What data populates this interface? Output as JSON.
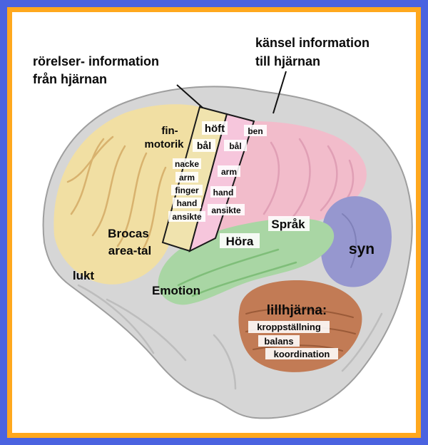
{
  "colors": {
    "outer_border": "#4A63E0",
    "inner_border": "#FFA81E",
    "background": "#FFFFFF",
    "brain_gray": "#D6D6D6",
    "brain_outline": "#9E9E9E",
    "frontal_lobe": "#F1DFA3",
    "motor_strip": "#F0E3AE",
    "sensory_strip": "#F6C6DC",
    "parietal_lobe": "#F2BCCB",
    "temporal_green": "#A9D6A4",
    "occipital_purple": "#9697CF",
    "cerebellum_brown": "#C27B55",
    "emotion_text": "#3FA2D8"
  },
  "annotations": {
    "motor_info_line1": "rörelser- information",
    "motor_info_line2": "från hjärnan",
    "sensory_info_line1": "känsel information",
    "sensory_info_line2": "till hjärnan"
  },
  "motor_strip": {
    "fin_line1": "fin-",
    "fin_line2": "motorik",
    "hoft": "höft",
    "bal": "bål",
    "nacke": "nacke",
    "arm": "arm",
    "finger": "finger",
    "hand": "hand",
    "ansikte": "ansikte"
  },
  "sensory_strip": {
    "ben": "ben",
    "bal": "bål",
    "arm": "arm",
    "hand": "hand",
    "ansikte": "ansikte"
  },
  "regions": {
    "brocas_line1": "Brocas",
    "brocas_line2": "area-tal",
    "lukt": "lukt",
    "emotion": "Emotion",
    "hora": "Höra",
    "sprak": "Språk",
    "syn": "syn",
    "cerebellum_title": "lillhjärna:",
    "cerebellum_item1": "kroppställning",
    "cerebellum_item2": "balans",
    "cerebellum_item3": "koordination"
  }
}
